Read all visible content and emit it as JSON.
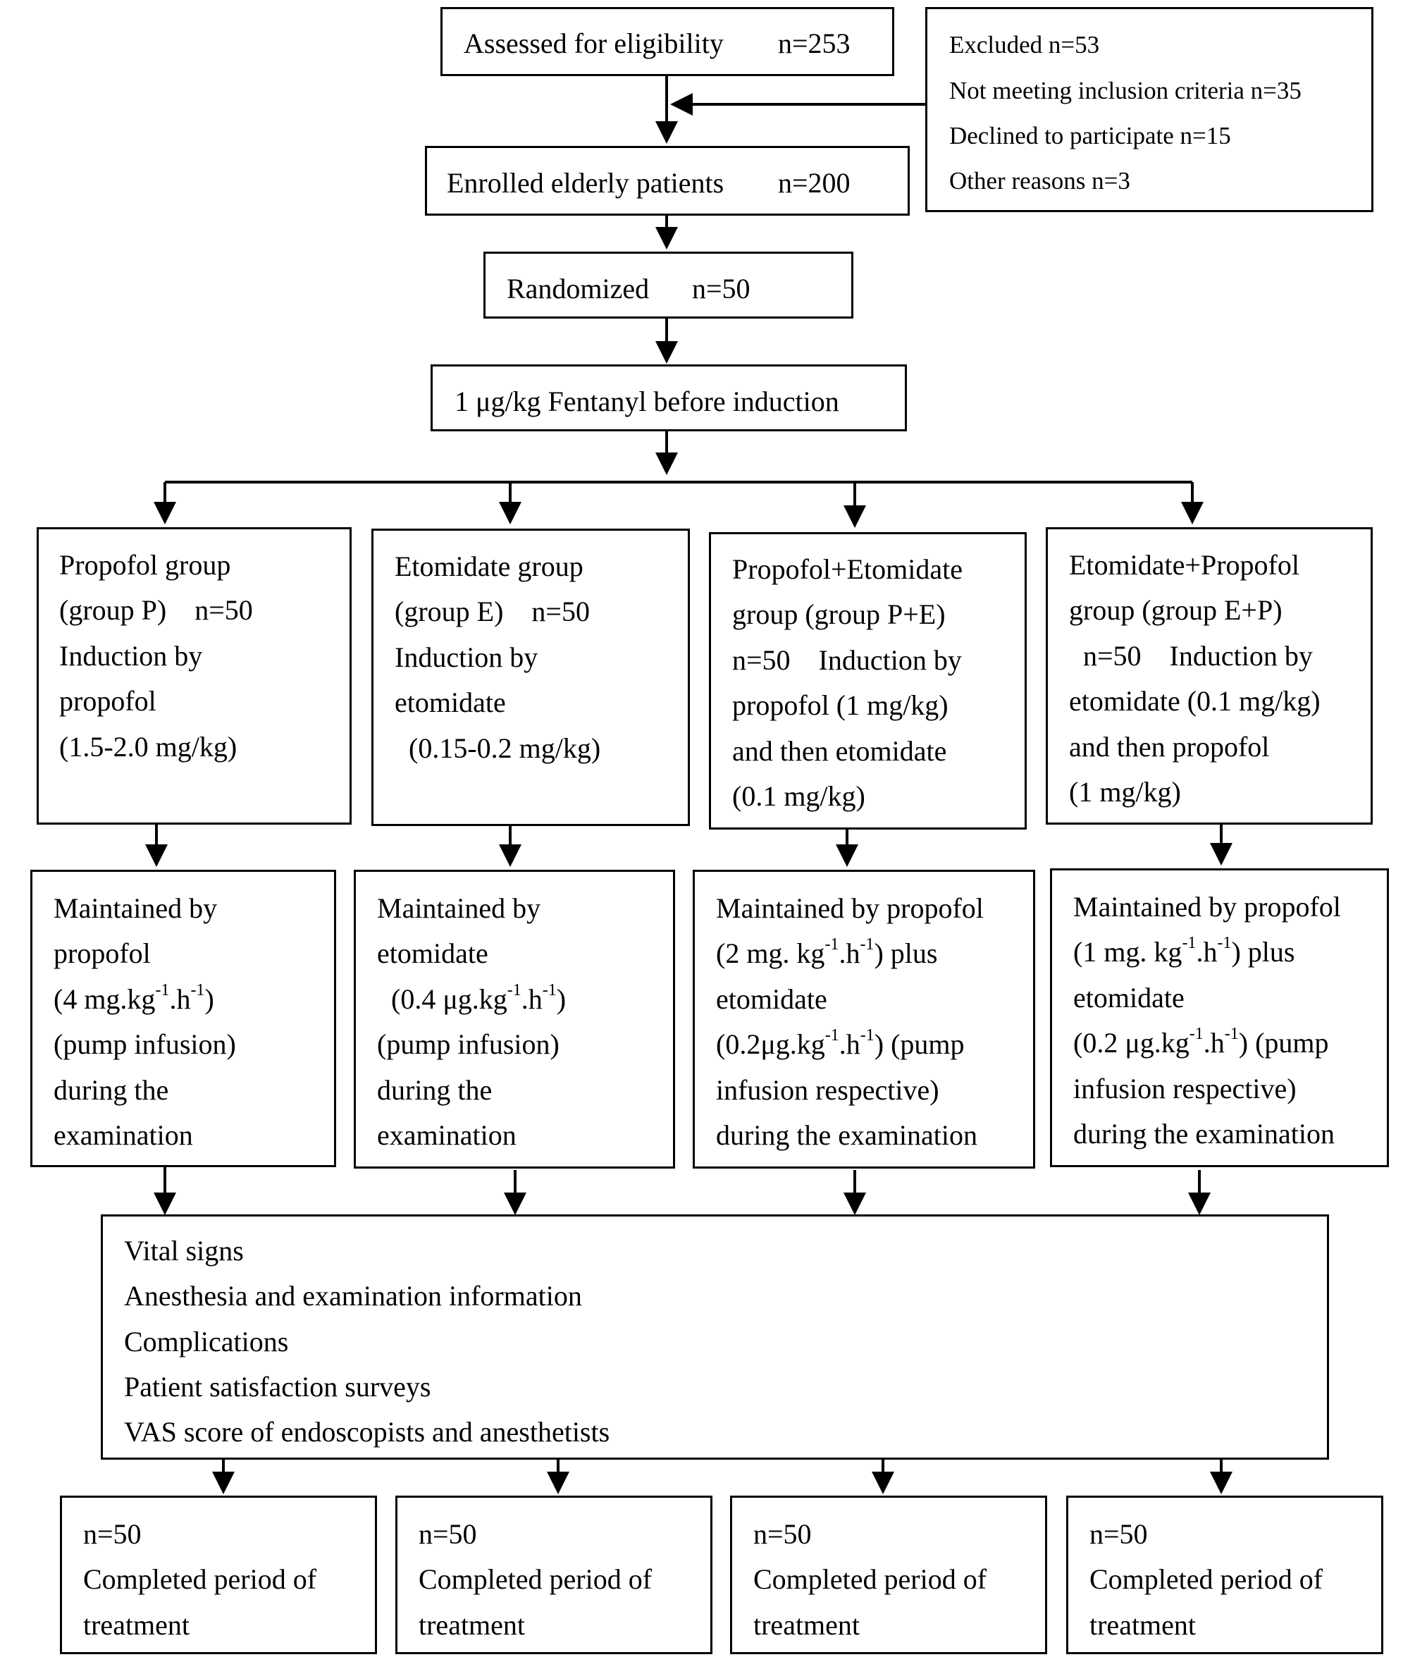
{
  "assessed": {
    "label": "Assessed for eligibility",
    "n": "n=253"
  },
  "excluded": {
    "lines": [
      "Excluded n=53",
      "Not meeting inclusion criteria n=35",
      "Declined to participate n=15",
      "Other reasons n=3"
    ]
  },
  "enrolled": {
    "label": "Enrolled elderly patients",
    "n": "n=200"
  },
  "randomized": {
    "label": "Randomized",
    "n": "n=50"
  },
  "fentanyl": {
    "label": "1 μg/kg Fentanyl before induction"
  },
  "groups": [
    {
      "lines": [
        "Propofol group",
        "(group P)    n=50",
        "Induction by",
        "propofol",
        "(1.5-2.0 mg/kg)"
      ]
    },
    {
      "lines": [
        "Etomidate group",
        "(group E)    n=50",
        "Induction by",
        "etomidate",
        "  (0.15-0.2 mg/kg)"
      ]
    },
    {
      "lines": [
        "Propofol+Etomidate",
        "group (group P+E)",
        "n=50    Induction by",
        "propofol (1 mg/kg)",
        "and then etomidate",
        "(0.1 mg/kg)"
      ]
    },
    {
      "lines": [
        "Etomidate+Propofol",
        "group (group E+P)",
        "  n=50    Induction by",
        "etomidate (0.1 mg/kg)",
        "and then propofol",
        "(1 mg/kg)"
      ]
    }
  ],
  "maintenance": [
    {
      "l1": "Maintained by",
      "l2": "propofol",
      "l3a": "(4 mg.kg",
      "l3b": ".h",
      "l3c": ")",
      "l4": "(pump infusion)",
      "l5": "during the",
      "l6": "examination"
    },
    {
      "l1": "Maintained by",
      "l2": "etomidate",
      "l3a": "  (0.4 μg.kg",
      "l3b": ".h",
      "l3c": ")",
      "l4": "(pump infusion)",
      "l5": "during the",
      "l6": "examination"
    },
    {
      "l1": "Maintained by propofol",
      "l2a": "(2 mg. kg",
      "l2b": ".h",
      "l2c": ") plus",
      "l3": "etomidate",
      "l4a": "(0.2μg.kg",
      "l4b": ".h",
      "l4c": ") (pump",
      "l5": "infusion respective)",
      "l6": "during the examination"
    },
    {
      "l1": "Maintained by propofol",
      "l2a": "(1 mg. kg",
      "l2b": ".h",
      "l2c": ") plus",
      "l3": "etomidate",
      "l4a": "(0.2 μg.kg",
      "l4b": ".h",
      "l4c": ") (pump",
      "l5": "infusion respective)",
      "l6": "during the examination"
    }
  ],
  "exponent": "-1",
  "outcomes": {
    "lines": [
      "Vital signs",
      "Anesthesia and examination information",
      "Complications",
      "Patient satisfaction surveys",
      "VAS score of endoscopists and anesthetists"
    ]
  },
  "completed": [
    {
      "n": "n=50",
      "l1": "Completed period of",
      "l2": "treatment"
    },
    {
      "n": "n=50",
      "l1": "Completed period of",
      "l2": "treatment"
    },
    {
      "n": "n=50",
      "l1": "Completed period of",
      "l2": "treatment"
    },
    {
      "n": "n=50",
      "l1": "Completed period of",
      "l2": "treatment"
    }
  ]
}
